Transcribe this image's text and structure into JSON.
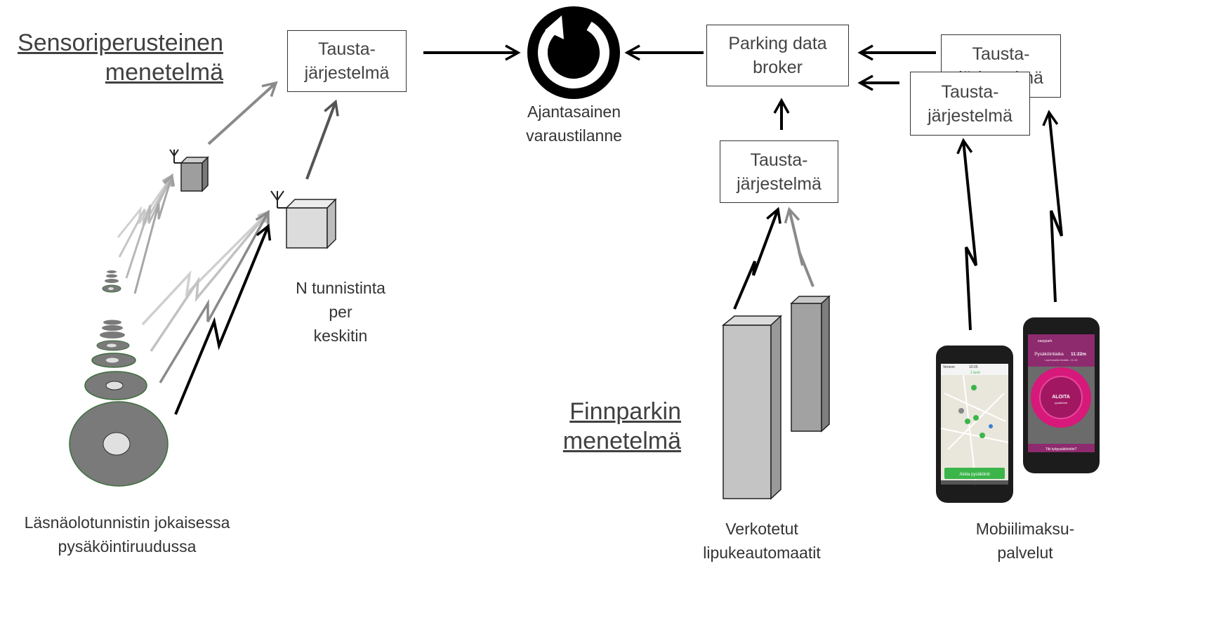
{
  "headings": {
    "sensor_line1": "Sensoriperusteinen",
    "sensor_line2": "menetelmä",
    "finnpark_line1": "Finnparkin",
    "finnpark_line2": "menetelmä"
  },
  "boxes": {
    "backend_sensor": [
      "Tausta-",
      "järjestelmä"
    ],
    "broker": [
      "Parking data",
      "broker"
    ],
    "backend_ticket": [
      "Tausta-",
      "järjestelmä"
    ],
    "backend_mobile_back": [
      "Tausta-",
      "järjestelmä"
    ],
    "backend_mobile_front": [
      "Tausta-",
      "järjestelmä"
    ]
  },
  "labels": {
    "status": [
      "Ajantasainen",
      "varaustilanne"
    ],
    "sensors_per_hub": [
      "N tunnistinta",
      "per",
      "keskitin"
    ],
    "presence_detector": [
      "Läsnäolotunnistin jokaisessa",
      "pysäköintiruudussa"
    ],
    "networked_meters": [
      "Verkotetut",
      "lipukeautomaatit"
    ],
    "mobile_payment": [
      "Mobiilimaksu-",
      "palvelut"
    ]
  },
  "phone_left": {
    "carrier": "Verizon",
    "time": "10:25",
    "filter": "1 tunti",
    "button": "Aloita pysäköinti"
  },
  "phone_right": {
    "brand": "easypark",
    "time_label": "Pysäköintiaika",
    "time_value": "11:22m",
    "sub": "Lopetusaika tänään, 11:43",
    "dial_label": "ALOITA",
    "dial_sub": "pysäköinti",
    "bottom": "Tiki työpysäköintiin?"
  },
  "colors": {
    "line_dark": "#000000",
    "line_mid": "#555555",
    "line_grey": "#8a8a8a",
    "line_light": "#bdbdbd",
    "accent_pink": "#d6197a",
    "map_green": "#3bb54a"
  }
}
